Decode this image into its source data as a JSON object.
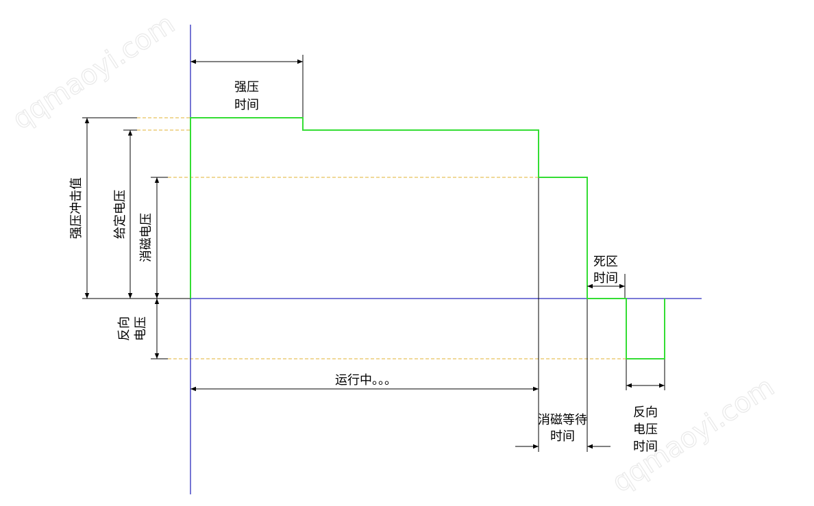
{
  "colors": {
    "axis": "#2b2bbd",
    "waveform": "#33dd33",
    "reference": "#e6c25a",
    "dimension": "#000000",
    "watermark": "#e9e9e9"
  },
  "labels": {
    "forcing_time": [
      "强压",
      "时间"
    ],
    "forcing_peak": "强压冲击值",
    "set_voltage": "给定电压",
    "demag_voltage": "消磁电压",
    "reverse_voltage": [
      "反向",
      "电压"
    ],
    "dead_zone_time": [
      "死区",
      "时间"
    ],
    "running": "运行中。。。",
    "demag_wait_time": [
      "消磁等待",
      "时间"
    ],
    "reverse_voltage_time": [
      "反向",
      "电压",
      "时间"
    ]
  },
  "watermark": "qqmaoyi.com"
}
